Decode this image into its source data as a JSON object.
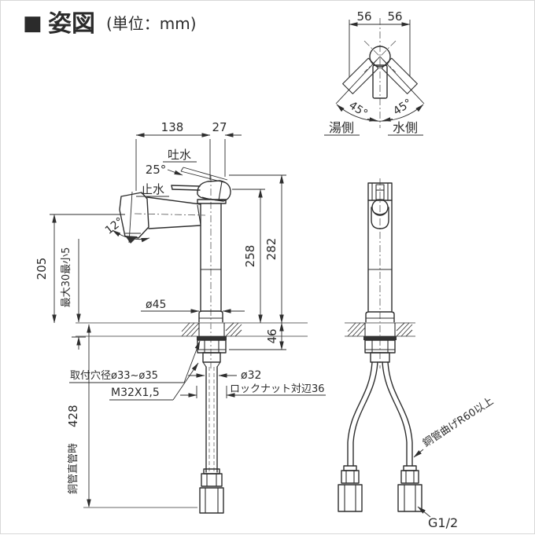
{
  "title": {
    "square": "■",
    "main": "姿図",
    "unit": "(単位：mm)"
  },
  "top_view": {
    "dim_left": "56",
    "dim_right": "56",
    "angle_left": "45°",
    "angle_right": "45°",
    "label_hot_side": "湯側",
    "label_cold_side": "水側"
  },
  "side_view": {
    "dim_spout_reach": "138",
    "dim_handle_offset": "27",
    "label_discharge": "吐水",
    "angle_discharge": "25°",
    "label_stop": "止水",
    "angle_spout_tilt": "12°",
    "dim_spout_height": "205",
    "label_deck_thickness": "最大30最小5",
    "dim_body_height": "258",
    "dim_total_height": "282",
    "dim_base_dia": "ø45",
    "dim_under_counter": "46",
    "label_mount_hole": "取付穴径ø33~ø35",
    "dim_shank_dia": "ø32",
    "label_thread": "M32X1,5",
    "label_locknut": "ロックナット対辺36",
    "label_straight_pipe": "銅管直管時",
    "dim_pipe_length": "428"
  },
  "front_view": {
    "label_pipe_bend": "銅管曲げR60以上",
    "label_connection_thread": "G1/2"
  }
}
